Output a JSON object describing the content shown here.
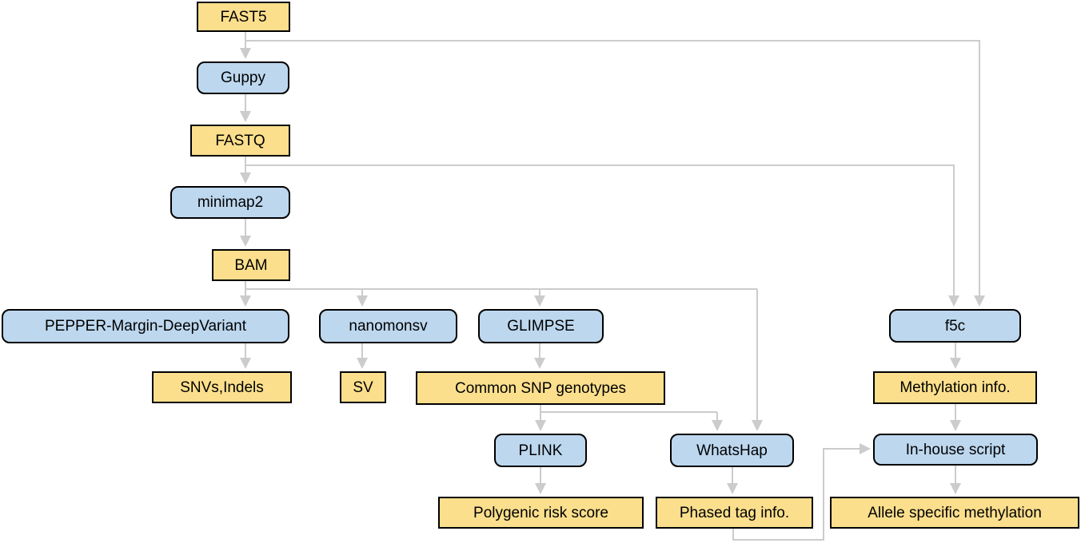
{
  "figure": {
    "description": "Nanopore sequencing analysis workflow flowchart"
  },
  "colors": {
    "data-fill": "#FBDF8D",
    "tool-fill": "#BDD7EE",
    "border-color": "#000000",
    "arrow-color": "#CCCCCC"
  },
  "legend": {
    "data_node_meaning": "file / result (yellow, square corners)",
    "tool_node_meaning": "software tool (blue, rounded corners)"
  },
  "nodes": [
    {
      "id": "fast5",
      "label": "FAST5",
      "type": "data"
    },
    {
      "id": "guppy",
      "label": "Guppy",
      "type": "tool"
    },
    {
      "id": "fastq",
      "label": "FASTQ",
      "type": "data"
    },
    {
      "id": "minimap2",
      "label": "minimap2",
      "type": "tool"
    },
    {
      "id": "bam",
      "label": "BAM",
      "type": "data"
    },
    {
      "id": "pepper",
      "label": "PEPPER-Margin-DeepVariant",
      "type": "tool"
    },
    {
      "id": "nanomonsv",
      "label": "nanomonsv",
      "type": "tool"
    },
    {
      "id": "glimpse",
      "label": "GLIMPSE",
      "type": "tool"
    },
    {
      "id": "f5c",
      "label": "f5c",
      "type": "tool"
    },
    {
      "id": "snvs-indels",
      "label": "SNVs,Indels",
      "type": "data"
    },
    {
      "id": "sv",
      "label": "SV",
      "type": "data"
    },
    {
      "id": "common-snp",
      "label": "Common SNP genotypes",
      "type": "data"
    },
    {
      "id": "methylation",
      "label": "Methylation info.",
      "type": "data"
    },
    {
      "id": "plink",
      "label": "PLINK",
      "type": "tool"
    },
    {
      "id": "whatshap",
      "label": "WhatsHap",
      "type": "tool"
    },
    {
      "id": "inhouse",
      "label": "In-house script",
      "type": "tool"
    },
    {
      "id": "prs",
      "label": "Polygenic risk score",
      "type": "data"
    },
    {
      "id": "phased",
      "label": "Phased tag info.",
      "type": "data"
    },
    {
      "id": "asm",
      "label": "Allele specific methylation",
      "type": "data"
    }
  ],
  "edges": [
    {
      "from": "fast5",
      "to": "guppy"
    },
    {
      "from": "fast5",
      "to": "f5c"
    },
    {
      "from": "guppy",
      "to": "fastq"
    },
    {
      "from": "fastq",
      "to": "minimap2"
    },
    {
      "from": "fastq",
      "to": "f5c"
    },
    {
      "from": "minimap2",
      "to": "bam"
    },
    {
      "from": "bam",
      "to": "pepper"
    },
    {
      "from": "bam",
      "to": "nanomonsv"
    },
    {
      "from": "bam",
      "to": "glimpse"
    },
    {
      "from": "bam",
      "to": "whatshap"
    },
    {
      "from": "pepper",
      "to": "snvs-indels"
    },
    {
      "from": "nanomonsv",
      "to": "sv"
    },
    {
      "from": "glimpse",
      "to": "common-snp"
    },
    {
      "from": "f5c",
      "to": "methylation"
    },
    {
      "from": "common-snp",
      "to": "plink"
    },
    {
      "from": "common-snp",
      "to": "whatshap"
    },
    {
      "from": "plink",
      "to": "prs"
    },
    {
      "from": "whatshap",
      "to": "phased"
    },
    {
      "from": "methylation",
      "to": "inhouse"
    },
    {
      "from": "phased",
      "to": "inhouse"
    },
    {
      "from": "inhouse",
      "to": "asm"
    }
  ]
}
